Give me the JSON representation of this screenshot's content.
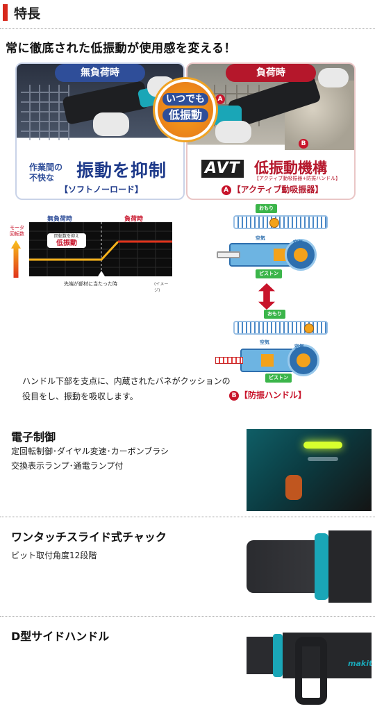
{
  "header": {
    "title": "特長"
  },
  "headline": "常に徹底された低振動が使用感を変える！",
  "hero": {
    "left": {
      "pill": "無負荷時",
      "caption_small_1": "作業間の",
      "caption_small_2": "不快な",
      "caption_big": "振動を抑制",
      "caption_bracket": "【ソフトノーロード】"
    },
    "center_badge": {
      "line1": "いつでも",
      "line2": "低振動"
    },
    "right": {
      "pill": "負荷時",
      "marker_a": "A",
      "marker_b": "B",
      "logo": "AVT",
      "caption_big": "低振動機構",
      "caption_tiny": "【アクティブ動吸振器+防振ハンドル】",
      "caption_badge": "A",
      "caption_bracket": "【アクティブ動吸振器】"
    }
  },
  "graph": {
    "top_left": "無負荷時",
    "top_right": "負荷時",
    "ylabel_1": "モータ",
    "ylabel_2": "回転数",
    "callout_1": "回転数を抑え",
    "callout_2": "低振動",
    "xlabel": "先端が部材に当たった時",
    "note": "(イメージ)",
    "colors": {
      "no_load": "#f6b21b",
      "load": "#e0341c"
    }
  },
  "mechanism": {
    "top": {
      "weight": "おもり",
      "air_1": "空気",
      "air_2": "空気",
      "piston": "ピストン"
    },
    "bottom": {
      "weight": "おもり",
      "air_1": "空気",
      "air_2": "空気",
      "piston": "ピストン"
    }
  },
  "body_text": "ハンドル下部を支点に、内蔵されたバネがクッションの役目をし、振動を吸収します。",
  "b_caption": {
    "badge": "B",
    "text": "【防振ハンドル】"
  },
  "features": [
    {
      "title": "電子制御",
      "desc_1": "定回転制御･ダイヤル変速･カーボンブラシ",
      "desc_2": "交換表示ランプ･通電ランプ付"
    },
    {
      "title": "ワンタッチスライド式チャック",
      "desc_1": "ビット取付角度12段階",
      "desc_2": ""
    },
    {
      "title": "D型サイドハンドル",
      "desc_1": "",
      "desc_2": "",
      "logo": "makita"
    }
  ]
}
